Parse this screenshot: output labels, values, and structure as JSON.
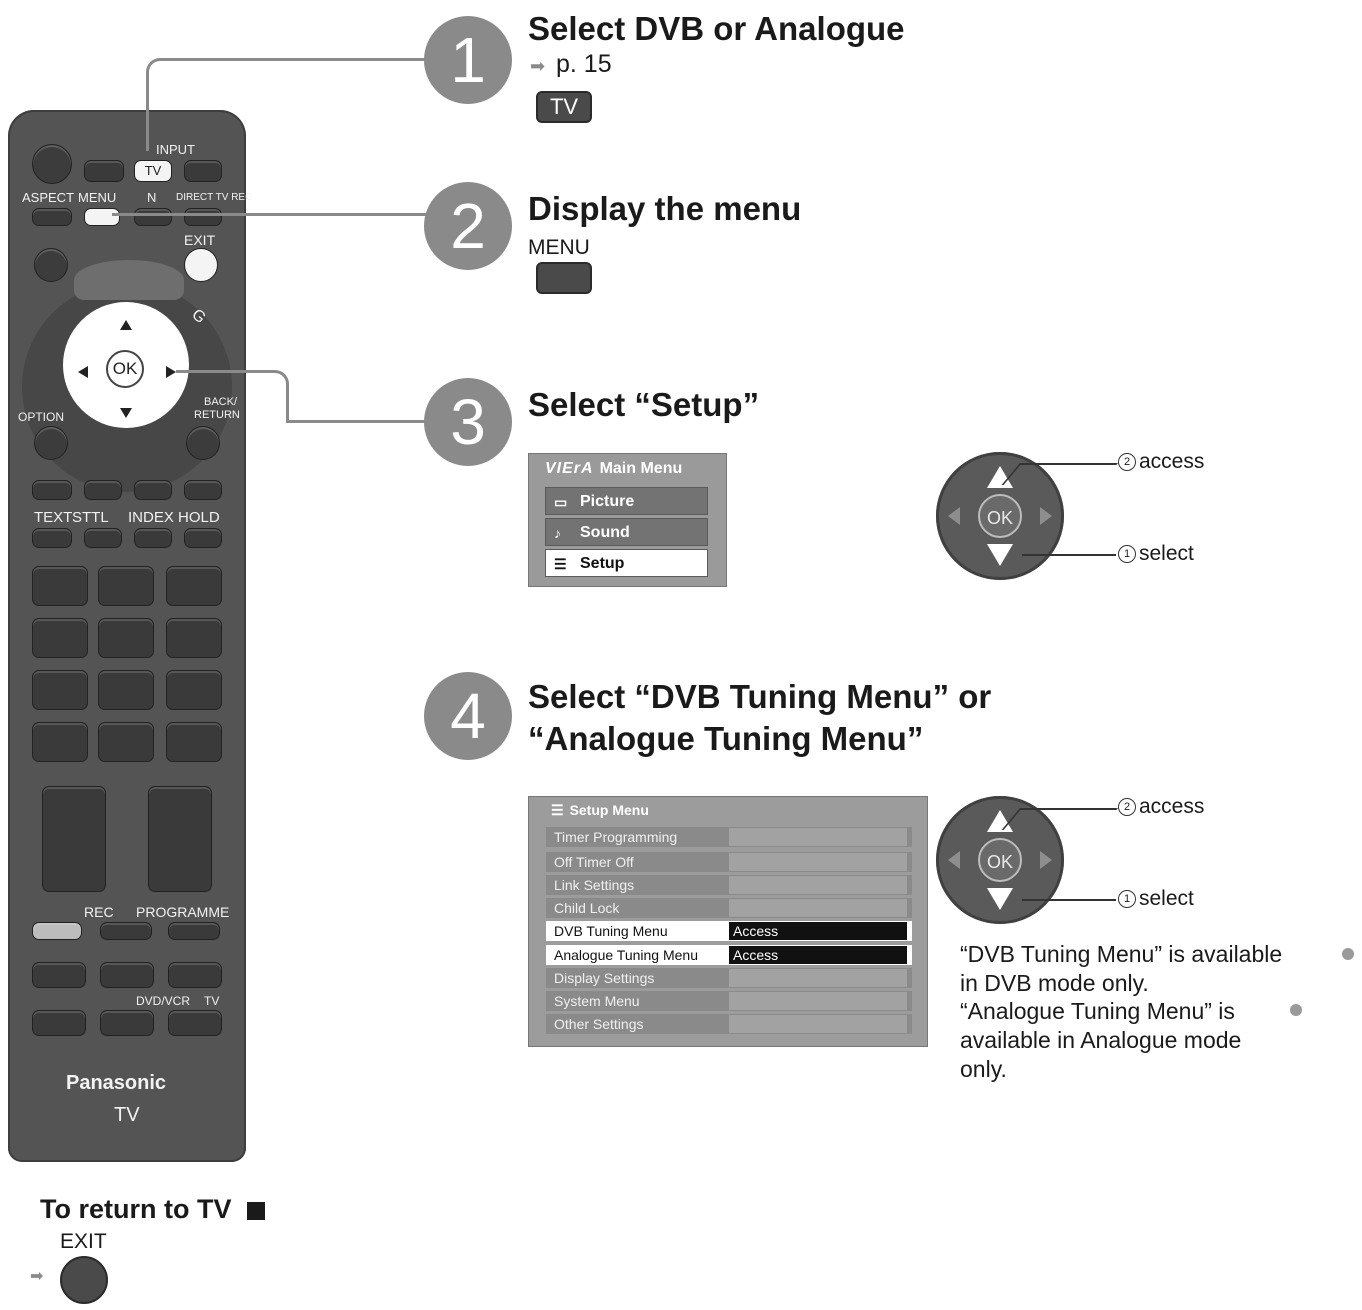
{
  "steps": [
    {
      "number": "1",
      "title": "Select DVB or Analogue",
      "ref": "p. 15",
      "key": "TV"
    },
    {
      "number": "2",
      "title": "Display the menu",
      "key_label": "MENU"
    },
    {
      "number": "3",
      "title": "Select “Setup”"
    },
    {
      "number": "4",
      "title_line1": "Select “DVB Tuning Menu” or",
      "title_line2": "“Analogue Tuning Menu”"
    }
  ],
  "main_menu": {
    "title": "Main Menu",
    "brand": "VIErA",
    "items": [
      "Picture",
      "Sound",
      "Setup"
    ]
  },
  "setup_menu": {
    "title": "Setup Menu",
    "rows": [
      {
        "label": "Timer Programming",
        "value": ""
      },
      {
        "label": "Off Timer Off",
        "value": ""
      },
      {
        "label": "Link Settings",
        "value": ""
      },
      {
        "label": "Child Lock",
        "value": ""
      },
      {
        "label": "DVB Tuning Menu",
        "value": "Access"
      },
      {
        "label": "Analogue Tuning Menu",
        "value": "Access"
      },
      {
        "label": "Display Settings",
        "value": ""
      },
      {
        "label": "System Menu",
        "value": ""
      },
      {
        "label": "Other Settings",
        "value": ""
      }
    ]
  },
  "dpad": {
    "ok": "OK",
    "access_num": "2",
    "access": "access",
    "select_num": "1",
    "select": "select"
  },
  "notes": [
    "“DVB Tuning Menu” is available",
    "in DVB mode only.",
    "“Analogue Tuning Menu” is",
    "available in Analogue mode",
    "only."
  ],
  "return": {
    "title": "To return to TV",
    "key_label": "EXIT"
  },
  "remote": {
    "input": "INPUT",
    "tv": "TV",
    "aspect": "ASPECT",
    "menu": "MENU",
    "n": "N",
    "direct_tv_rec": "DIRECT TV REC",
    "exit": "EXIT",
    "ok": "OK",
    "option": "OPTION",
    "back_return_1": "BACK/",
    "back_return_2": "RETURN",
    "text": "TEXT",
    "sttl": "STTL",
    "index": "INDEX",
    "hold": "HOLD",
    "rec": "REC",
    "programme": "PROGRAMME",
    "dvd_vcr": "DVD/VCR",
    "tv2": "TV",
    "brand": "Panasonic",
    "model": "TV",
    "g": "G"
  }
}
